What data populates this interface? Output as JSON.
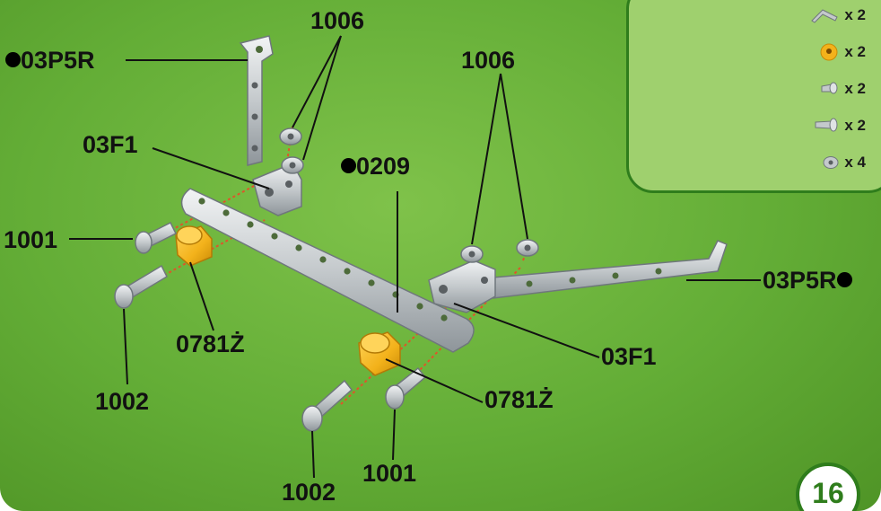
{
  "labels": {
    "p1006_left": "1006",
    "p03p5r_left": "03P5R",
    "p1006_right": "1006",
    "p03f1_left": "03F1",
    "p0209": "0209",
    "p1001_left": "1001",
    "p03p5r_right": "03P5R",
    "p0781z_left": "0781Ż",
    "p03f1_right": "03F1",
    "p1002_left": "1002",
    "p0781z_right": "0781Ż",
    "p1001_bottom": "1001",
    "p1002_bottom": "1002"
  },
  "parts_list": [
    {
      "icon": "angle-bracket-icon",
      "count": "x 2"
    },
    {
      "icon": "spacer-icon",
      "count": "x 2"
    },
    {
      "icon": "short-screw-icon",
      "count": "x 2"
    },
    {
      "icon": "long-screw-icon",
      "count": "x 2"
    },
    {
      "icon": "nut-icon",
      "count": "x 4"
    }
  ],
  "page_number": "16",
  "colors": {
    "background": "#63ad36",
    "panel": "#9fd06e",
    "border": "#2f7d1c",
    "spacer": "#f3b21b",
    "guide_line": "#e0542a"
  }
}
